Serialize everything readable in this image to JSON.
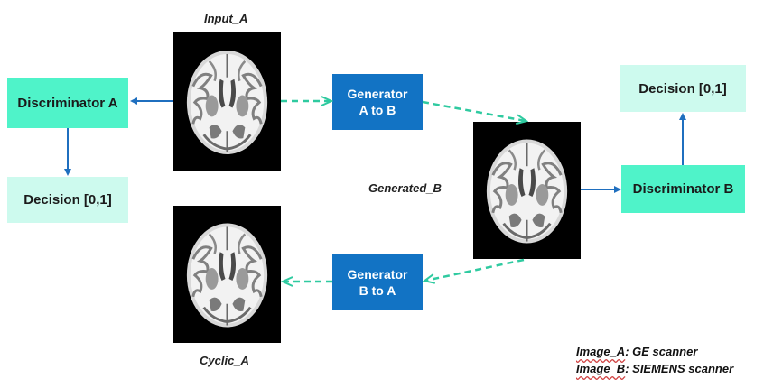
{
  "images": {
    "input": "Input_A",
    "generated": "Generated_B",
    "cyclic": "Cyclic_A"
  },
  "discriminators": {
    "a": "Discriminator A",
    "b": "Discriminator B"
  },
  "decisions": {
    "a": "Decision [0,1]",
    "b": "Decision [0,1]"
  },
  "generators": {
    "a_to_b": "Generator\nA to B",
    "b_to_a": "Generator\nB to A"
  },
  "legend": {
    "line1_key": "Image_A",
    "line1_value": ": GE scanner",
    "line2_key": "Image_B",
    "line2_value": ": SIEMENS scanner"
  },
  "colors": {
    "discriminator": "#4ff3c9",
    "decision": "#cdfaee",
    "generator": "#1273c4",
    "solid_arrow": "#1f6fbf",
    "dashed_arrow": "#2fcaa0"
  }
}
